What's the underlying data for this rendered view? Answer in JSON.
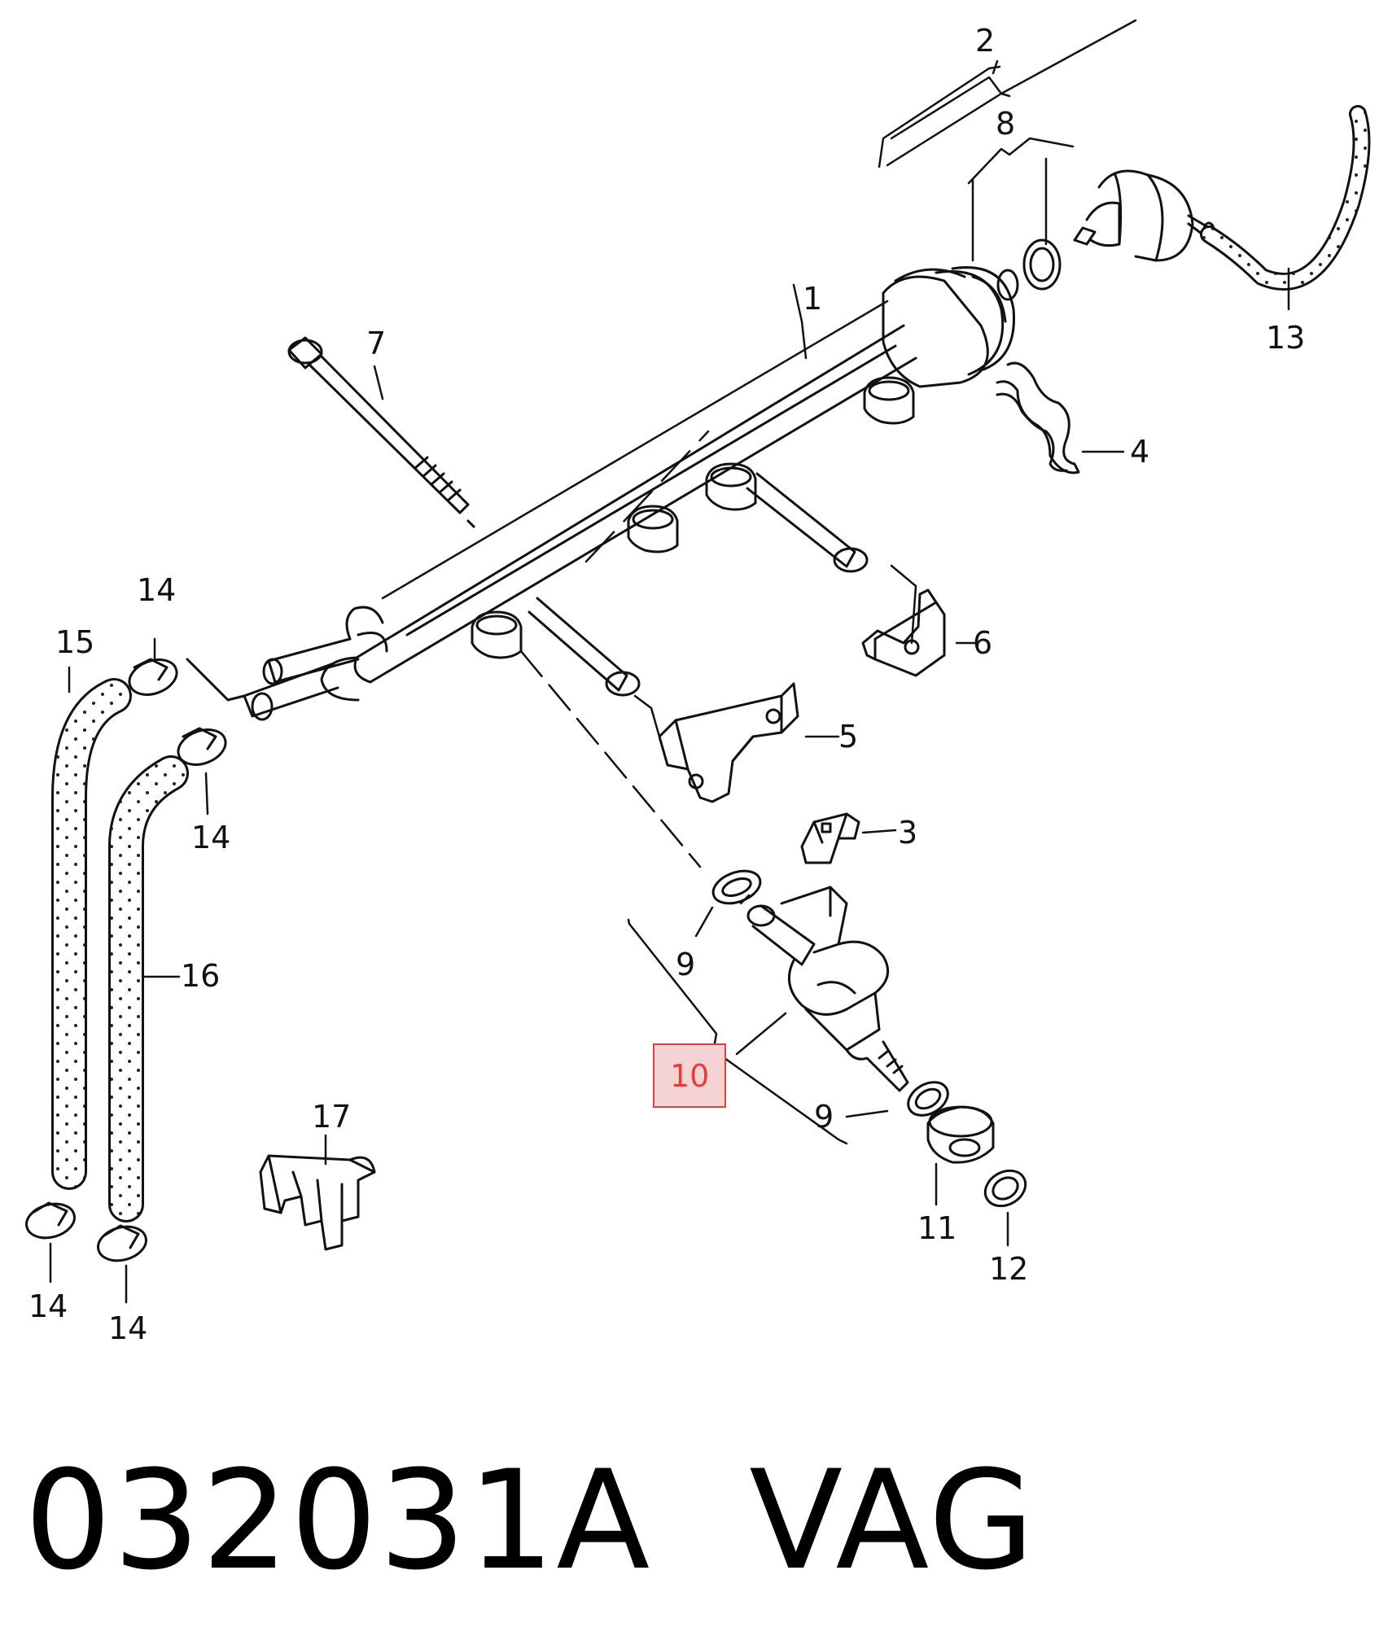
{
  "diagram": {
    "callouts": [
      {
        "id": "c2",
        "text": "2"
      },
      {
        "id": "c8",
        "text": "8"
      },
      {
        "id": "c1",
        "text": "1"
      },
      {
        "id": "c7",
        "text": "7"
      },
      {
        "id": "c13",
        "text": "13"
      },
      {
        "id": "c4",
        "text": "4"
      },
      {
        "id": "c14a",
        "text": "14"
      },
      {
        "id": "c15",
        "text": "15"
      },
      {
        "id": "c6",
        "text": "6"
      },
      {
        "id": "c5",
        "text": "5"
      },
      {
        "id": "c14b",
        "text": "14"
      },
      {
        "id": "c3",
        "text": "3"
      },
      {
        "id": "c9a",
        "text": "9"
      },
      {
        "id": "c16",
        "text": "16"
      },
      {
        "id": "c10",
        "text": "10"
      },
      {
        "id": "c9b",
        "text": "9"
      },
      {
        "id": "c17",
        "text": "17"
      },
      {
        "id": "c11",
        "text": "11"
      },
      {
        "id": "c12",
        "text": "12"
      },
      {
        "id": "c14c",
        "text": "14"
      },
      {
        "id": "c14d",
        "text": "14"
      }
    ],
    "highlighted_callout": "10",
    "highlight_color": "#e04040"
  },
  "caption": {
    "part_number": "032031A",
    "brand": "VAG"
  }
}
